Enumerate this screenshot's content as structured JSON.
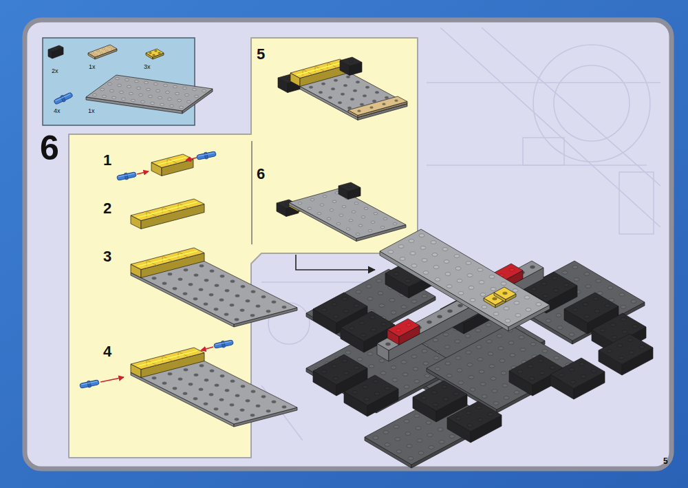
{
  "diagram": {
    "labels": [
      "6",
      "2x",
      "1x",
      "3x",
      "4x",
      "1x",
      "1",
      "2",
      "3",
      "4",
      "5",
      "6",
      "5"
    ]
  }
}
